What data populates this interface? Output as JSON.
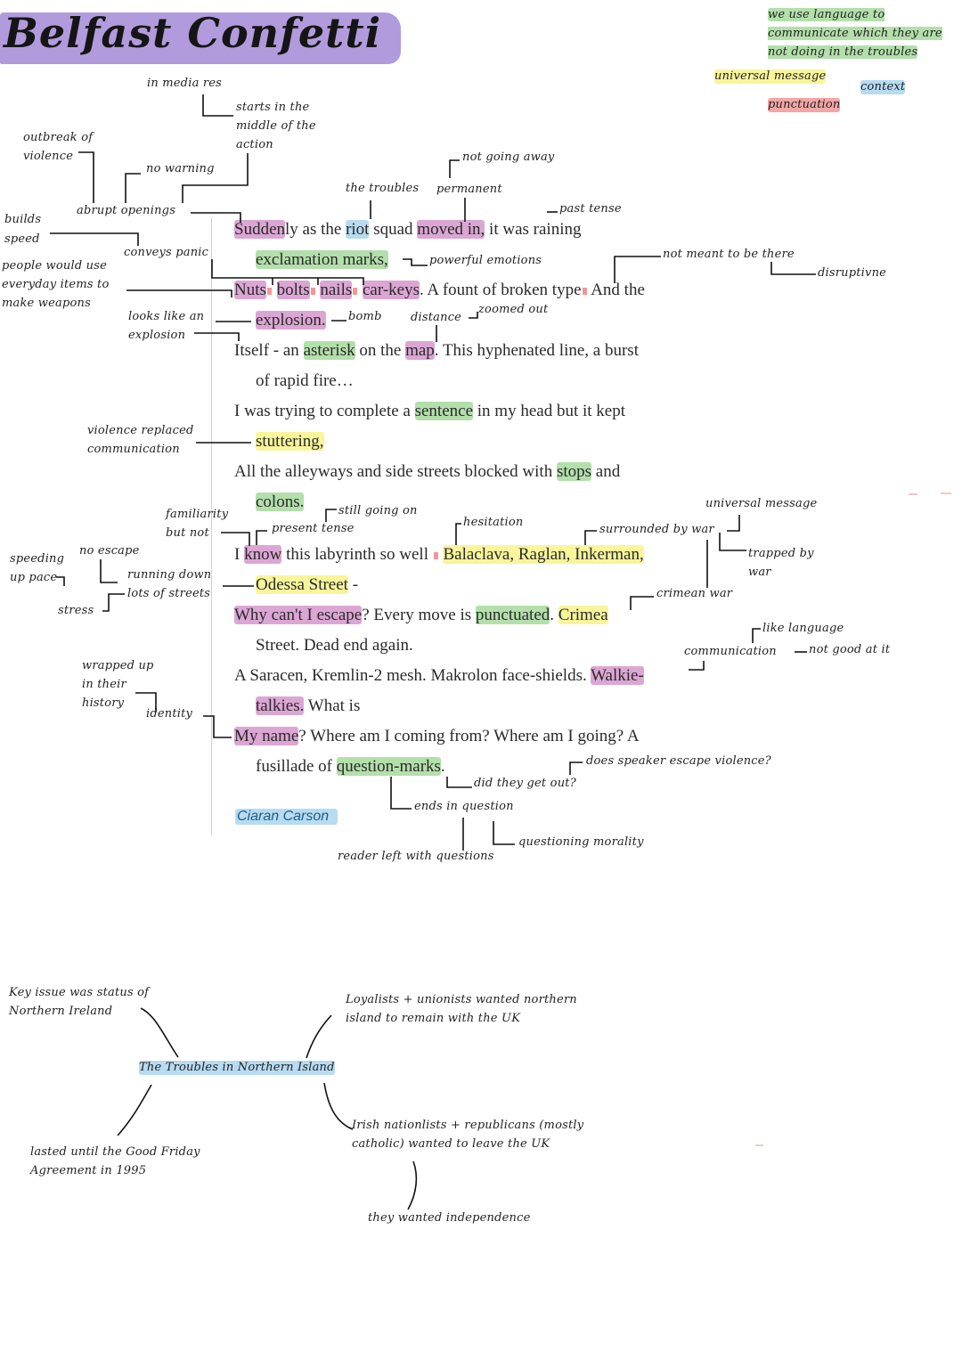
{
  "title": "Belfast Confetti",
  "legend": {
    "intro": "we use language to communicate which they are not doing in the troubles",
    "universal_message": "universal message",
    "context": "context",
    "punctuation": "punctuation"
  },
  "poem": {
    "l1": {
      "a": "Sudden",
      "b": "ly as the ",
      "c": "riot",
      "d": " squad ",
      "e": "moved in,",
      "f": " it was raining"
    },
    "l2": {
      "a": "exclamation marks,"
    },
    "l3": {
      "a": "Nuts",
      "b": "bolts",
      "c": "nails",
      "d": "car-keys",
      "e": ". A fount of broken type",
      "f": " And the"
    },
    "l4": {
      "a": "explosion."
    },
    "l5": {
      "a": "Itself - an ",
      "b": "asterisk",
      "c": " on the ",
      "d": "map",
      "e": ". This hyphenated line, a burst"
    },
    "l6": {
      "a": "of rapid fire…"
    },
    "l7": {
      "a": "I was trying to complete a ",
      "b": "sentence",
      "c": " in my head but it kept"
    },
    "l8": {
      "a": "stuttering,"
    },
    "l9": {
      "a": "All the alleyways and side streets blocked with ",
      "b": "stops",
      "c": " and"
    },
    "l10": {
      "a": "colons."
    },
    "l11": {
      "a": "I ",
      "b": "know",
      "c": " this labyrinth so well",
      "d": "Balaclava, Raglan, Inkerman,"
    },
    "l12": {
      "a": "Odessa Street",
      "b": " -"
    },
    "l13": {
      "a": "Why can't I escape",
      "b": "? Every move is ",
      "c": "punctuated",
      "d": ". ",
      "e": "Crimea"
    },
    "l14": {
      "a": "Street. Dead end again."
    },
    "l15": {
      "a": "A Saracen, Kremlin-2 mesh. Makrolon face-shields. ",
      "b": "Walkie-"
    },
    "l16": {
      "a": "talkies.",
      "b": " What is"
    },
    "l17": {
      "a": "My name",
      "b": "? Where am I coming from? Where am I going? A"
    },
    "l18": {
      "a": "fusillade of ",
      "b": "question-marks",
      "c": "."
    },
    "author": "Ciaran Carson"
  },
  "notes": {
    "in_media_res": "in media res",
    "starts_middle": "starts in the middle of the action",
    "outbreak": "outbreak of violence",
    "no_warning": "no warning",
    "abrupt": "abrupt openings",
    "builds_speed": "builds speed",
    "not_going_away": "not going away",
    "permanent": "permanent",
    "the_troubles": "the troubles",
    "past_tense": "past tense",
    "conveys_panic": "conveys panic",
    "powerful": "powerful emotions",
    "not_meant": "not meant to be there",
    "disruptive": "disruptivne",
    "everyday": "people would use everyday items to make weapons",
    "looks_like": "looks like an explosion",
    "bomb": "bomb",
    "distance": "distance",
    "zoomed_out": "zoomed out",
    "violence_replaced": "violence replaced communication",
    "familiarity": "familiarity but not",
    "still_going": "still going on",
    "present_tense": "present tense",
    "hesitation": "hesitation",
    "surrounded": "surrounded by war",
    "universal_message": "universal message",
    "trapped": "trapped by war",
    "speeding": "speeding up pace",
    "no_escape": "no escape",
    "running_down": "running down lots of streets",
    "stress": "stress",
    "crimean_war": "crimean war",
    "like_language": "like language",
    "communication": "communication",
    "not_good": "not good at it",
    "wrapped": "wrapped up in their history",
    "identity": "identity",
    "does_escape": "does speaker escape violence?",
    "did_they": "did they get out?",
    "ends_in_question": "ends in question",
    "questioning_morality": "questioning morality",
    "reader_left": "reader left with questions"
  },
  "mindmap": {
    "center": "The Troubles in Northern Island",
    "key_issue": "Key issue was status of Northern Ireland",
    "loyalists": "Loyalists + unionists wanted northern island to remain with the UK",
    "nationalists": "Irish nationlists + republicans (mostly catholic) wanted to leave the UK",
    "lasted": "lasted until the Good Friday Agreement in 1995",
    "independence": "they wanted independence"
  },
  "colors": {
    "title_highlight": "#a890d8",
    "punctuation": "#d696cd",
    "context": "#a0d796",
    "universal": "#f8f496",
    "author": "#1e5c84"
  }
}
